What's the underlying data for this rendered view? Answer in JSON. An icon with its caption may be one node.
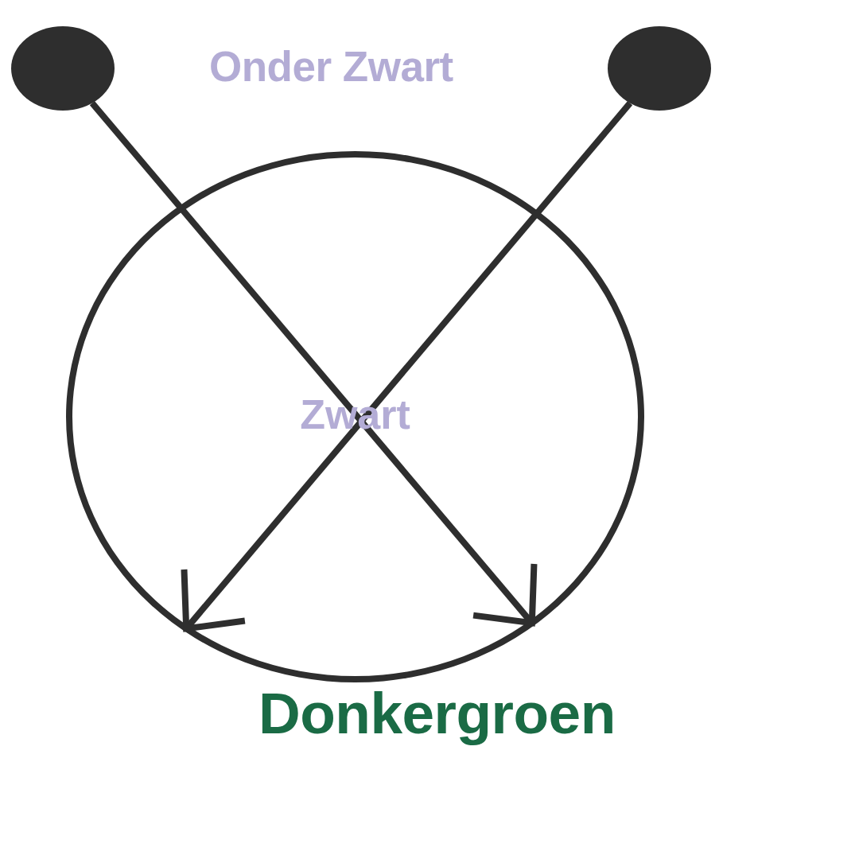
{
  "diagram": {
    "nodes": [
      {
        "text": [],
        "shape": "ellipse"
      },
      {
        "text": [],
        "shape": "ellipse"
      },
      {
        "text": [
          "Zwart"
        ]
      }
    ],
    "edges": [
      {
        "from": 0,
        "to": 2,
        "arrow": "to"
      },
      {
        "from": 1,
        "to": 2,
        "arrow": "to"
      }
    ],
    "labels": [
      "Onder Zwart",
      "Donkergroen"
    ]
  }
}
